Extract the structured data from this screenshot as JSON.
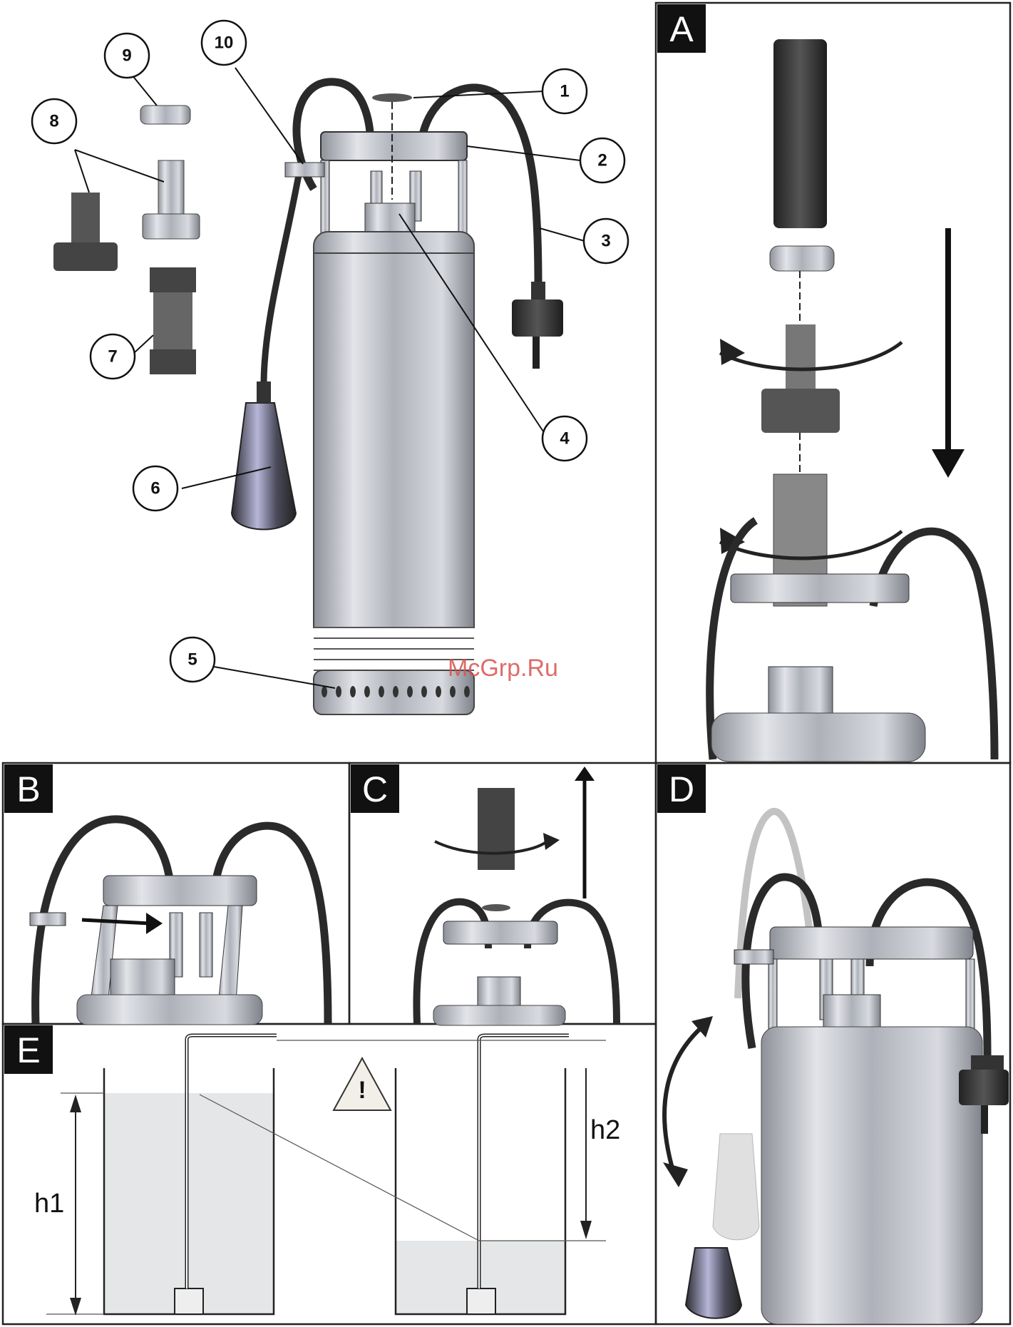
{
  "callouts": [
    "1",
    "2",
    "3",
    "4",
    "5",
    "6",
    "7",
    "8",
    "9",
    "10"
  ],
  "panels": {
    "a": "A",
    "b": "B",
    "c": "C",
    "d": "D",
    "e": "E"
  },
  "diagram_e": {
    "h1": "h1",
    "h2": "h2",
    "warning_symbol": "!"
  },
  "watermark": "McGrp.Ru",
  "colors": {
    "cable": "#2a2a2a",
    "steel": "#b9bcc4",
    "water": "#e4e6e8",
    "border": "#222222"
  }
}
